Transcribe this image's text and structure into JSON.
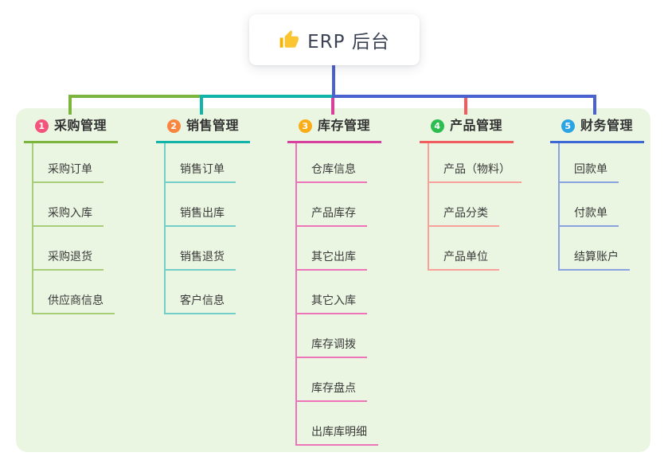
{
  "root": {
    "title": "ERP 后台",
    "icon": "thumbs-up-icon"
  },
  "connector_color": "#4a62d0",
  "panel_color": "#eaf6e2",
  "branches": [
    {
      "index": "1",
      "label": "采购管理",
      "color": "#7cb53d",
      "light_color": "#a8cd78",
      "badge_color": "#f4547c",
      "children": [
        "采购订单",
        "采购入库",
        "采购退货",
        "供应商信息"
      ]
    },
    {
      "index": "2",
      "label": "销售管理",
      "color": "#12b3a8",
      "light_color": "#72cfc8",
      "badge_color": "#f8863f",
      "children": [
        "销售订单",
        "销售出库",
        "销售退货",
        "客户信息"
      ]
    },
    {
      "index": "3",
      "label": "库存管理",
      "color": "#d8409e",
      "light_color": "#ee74b9",
      "badge_color": "#fbad18",
      "children": [
        "仓库信息",
        "产品库存",
        "其它出库",
        "其它入库",
        "库存调拨",
        "库存盘点",
        "出库库明细"
      ]
    },
    {
      "index": "4",
      "label": "产品管理",
      "color": "#f25c5c",
      "light_color": "#f9a09b",
      "badge_color": "#2cbd51",
      "children": [
        "产品（物料）",
        "产品分类",
        "产品单位"
      ]
    },
    {
      "index": "5",
      "label": "财务管理",
      "color": "#3e68d8",
      "light_color": "#8aa3e0",
      "badge_color": "#2ba4e4",
      "children": [
        "回款单",
        "付款单",
        "结算账户"
      ]
    }
  ]
}
